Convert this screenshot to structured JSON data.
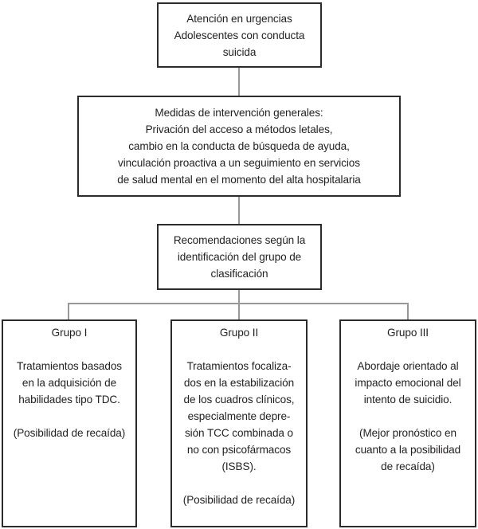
{
  "diagram": {
    "title": "Atención en urgencias de adolescentes con conducta suicida",
    "colors": {
      "background": "#ffffff",
      "box_border": "#2b2b2b",
      "connector_line": "#989898",
      "text": "#231f20"
    },
    "nodes": {
      "urgencias": {
        "lines": [
          "Atención en urgencias",
          "Adolescentes con conducta",
          "suicida"
        ]
      },
      "medidas": {
        "lines": [
          "Medidas de intervención generales:",
          "Privación del acceso a métodos letales,",
          "cambio en la conducta de búsqueda de ayuda,",
          "vinculación proactiva a un seguimiento en servicios",
          "de salud mental en el momento del alta hospitalaria"
        ]
      },
      "recomendaciones": {
        "lines": [
          "Recomendaciones según la",
          "identificación del grupo de",
          "clasificación"
        ]
      },
      "grupo1": {
        "lines": [
          "Grupo I",
          "",
          "Tratamientos basados",
          "en la adquisición de",
          "habilidades tipo TDC.",
          "",
          "(Posibilidad de recaída)"
        ]
      },
      "grupo2": {
        "lines": [
          "Grupo II",
          "",
          "Tratamientos focaliza-",
          "dos en la estabilización",
          "de los cuadros clínicos,",
          "especialmente depre-",
          "sión TCC combinada o",
          "no con psicofármacos",
          "(ISBS).",
          "",
          "(Posibilidad de recaída)"
        ]
      },
      "grupo3": {
        "lines": [
          "Grupo III",
          "",
          "Abordaje orientado al",
          "impacto emocional del",
          "intento de suicidio.",
          "",
          "(Mejor pronóstico en",
          "cuanto a la posibilidad",
          "de recaída)"
        ]
      }
    }
  }
}
